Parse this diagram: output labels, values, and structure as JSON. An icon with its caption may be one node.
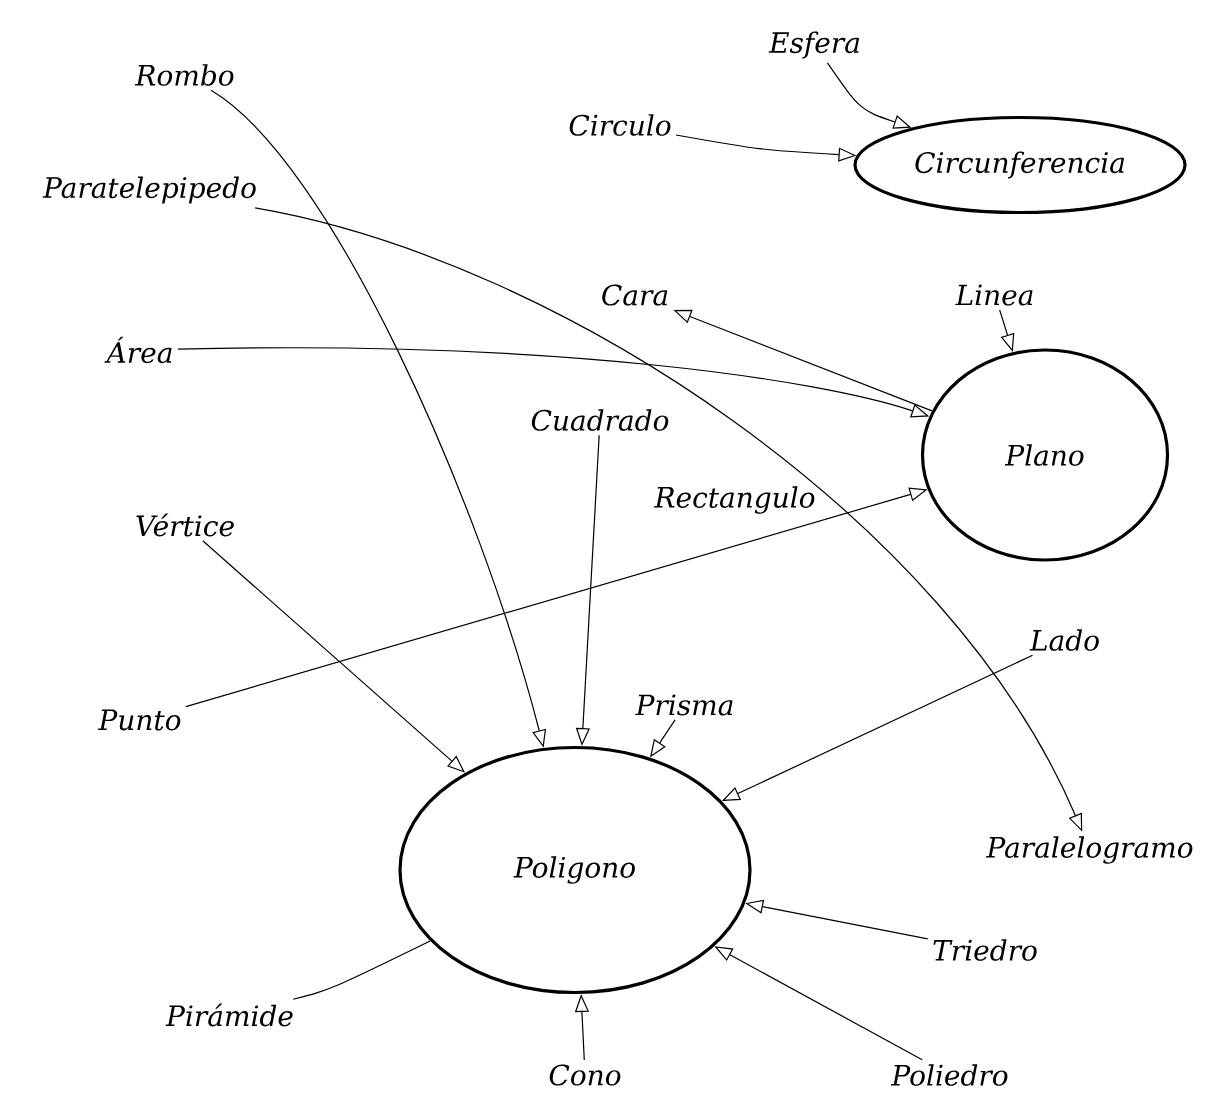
{
  "diagram": {
    "nodes": [
      {
        "text": [
          "Rombo"
        ]
      },
      {
        "text": [
          "Esfera"
        ]
      },
      {
        "text": [
          "Circulo"
        ]
      },
      {
        "text": [
          "Circunferencia"
        ]
      },
      {
        "text": [
          "Paratelepipedo"
        ]
      },
      {
        "text": [
          "Cara"
        ]
      },
      {
        "text": [
          "Linea"
        ]
      },
      {
        "text": [
          "Área"
        ]
      },
      {
        "text": [
          "Plano"
        ]
      },
      {
        "text": [
          "Cuadrado"
        ]
      },
      {
        "text": [
          "Vértice"
        ]
      },
      {
        "text": [
          "Rectangulo"
        ]
      },
      {
        "text": [
          "Lado"
        ]
      },
      {
        "text": [
          "Punto"
        ]
      },
      {
        "text": [
          "Prisma"
        ]
      },
      {
        "text": [
          "Poligono"
        ]
      },
      {
        "text": [
          "Paralelogramo"
        ]
      },
      {
        "text": [
          "Triedro"
        ]
      },
      {
        "text": [
          "Pirámide"
        ]
      },
      {
        "text": [
          "Cono"
        ]
      },
      {
        "text": [
          "Poliedro"
        ]
      }
    ],
    "edges": [
      {
        "from": 2,
        "to": 3,
        "arrow": "to"
      },
      {
        "from": 1,
        "to": 3,
        "arrow": "to"
      },
      {
        "from": 8,
        "to": 5,
        "arrow": "to"
      },
      {
        "from": 7,
        "to": 8,
        "arrow": "to"
      },
      {
        "from": 6,
        "to": 8,
        "arrow": "to"
      },
      {
        "from": 13,
        "to": 8,
        "arrow": "to"
      },
      {
        "from": 4,
        "to": 16,
        "arrow": "to"
      },
      {
        "from": 0,
        "to": 15,
        "arrow": "to"
      },
      {
        "from": 9,
        "to": 15,
        "arrow": "to"
      },
      {
        "from": 10,
        "to": 15,
        "arrow": "to"
      },
      {
        "from": 14,
        "to": 15,
        "arrow": "to"
      },
      {
        "from": 12,
        "to": 15,
        "arrow": "to"
      },
      {
        "from": 17,
        "to": 15,
        "arrow": "to"
      },
      {
        "from": 20,
        "to": 15,
        "arrow": "to"
      },
      {
        "from": 19,
        "to": 15,
        "arrow": "to"
      },
      {
        "from": 18,
        "to": 15,
        "arrow": "none"
      }
    ]
  }
}
